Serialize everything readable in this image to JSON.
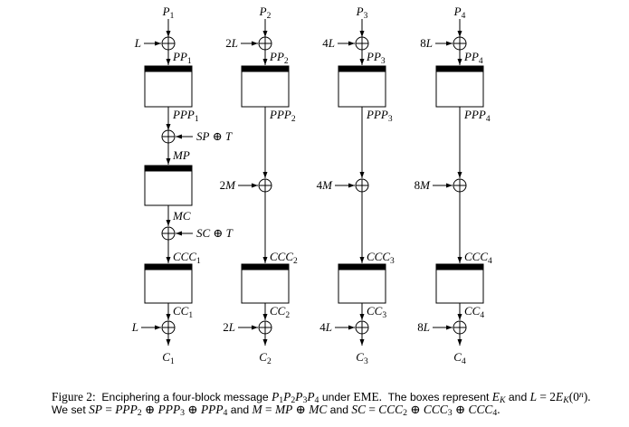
{
  "figure": {
    "background": "#ffffff",
    "ink": "#000000"
  },
  "diagram": {
    "columns": [
      {
        "plaintext": "P_1",
        "mask_top": "L",
        "pp": "PP_1",
        "ppp": "PPP_1",
        "middle": {
          "type": "full",
          "sp": "SP ⊕ T",
          "mp": "MP",
          "mc": "MC",
          "sc": "SC ⊕ T"
        },
        "ccc": "CCC_1",
        "cc": "CC_1",
        "mask_bottom": "L",
        "ciphertext": "C_1"
      },
      {
        "plaintext": "P_2",
        "mask_top": "2L",
        "pp": "PP_2",
        "ppp": "PPP_2",
        "middle": {
          "type": "xor",
          "mask": "2M"
        },
        "ccc": "CCC_2",
        "cc": "CC_2",
        "mask_bottom": "2L",
        "ciphertext": "C_2"
      },
      {
        "plaintext": "P_3",
        "mask_top": "4L",
        "pp": "PP_3",
        "ppp": "PPP_3",
        "middle": {
          "type": "xor",
          "mask": "4M"
        },
        "ccc": "CCC_3",
        "cc": "CC_3",
        "mask_bottom": "4L",
        "ciphertext": "C_3"
      },
      {
        "plaintext": "P_4",
        "mask_top": "8L",
        "pp": "PP_4",
        "ppp": "PPP_4",
        "middle": {
          "type": "xor",
          "mask": "8M"
        },
        "ccc": "CCC_4",
        "cc": "CC_4",
        "mask_bottom": "8L",
        "ciphertext": "C_4"
      }
    ]
  },
  "caption": {
    "line1": [
      {
        "t": "Figure 2:  ",
        "s": "fig"
      },
      {
        "t": "Enciphering a four-block message ",
        "s": "sans"
      },
      {
        "t": "P",
        "s": "it"
      },
      {
        "t": "1",
        "s": "sub"
      },
      {
        "t": "P",
        "s": "it"
      },
      {
        "t": "2",
        "s": "sub"
      },
      {
        "t": "P",
        "s": "it"
      },
      {
        "t": "3",
        "s": "sub"
      },
      {
        "t": "P",
        "s": "it"
      },
      {
        "t": "4",
        "s": "sub"
      },
      {
        "t": " under ",
        "s": "sans"
      },
      {
        "t": "EME.",
        "s": "mrm"
      },
      {
        "t": "  The boxes represent ",
        "s": "sans"
      },
      {
        "t": "E",
        "s": "it"
      },
      {
        "t": "K",
        "s": "subit"
      },
      {
        "t": " and ",
        "s": "sans"
      },
      {
        "t": "L",
        "s": "it"
      },
      {
        "t": " = 2",
        "s": "mrm"
      },
      {
        "t": "E",
        "s": "it"
      },
      {
        "t": "K",
        "s": "subit"
      },
      {
        "t": "(0",
        "s": "mrm"
      },
      {
        "t": "n",
        "s": "supit"
      },
      {
        "t": ").",
        "s": "mrm"
      }
    ],
    "line2": [
      {
        "t": "We set ",
        "s": "sans"
      },
      {
        "t": "SP",
        "s": "it"
      },
      {
        "t": " = ",
        "s": "mrm"
      },
      {
        "t": "PPP",
        "s": "it"
      },
      {
        "t": "2",
        "s": "sub"
      },
      {
        "t": " ⊕ ",
        "s": "mrm"
      },
      {
        "t": "PPP",
        "s": "it"
      },
      {
        "t": "3",
        "s": "sub"
      },
      {
        "t": " ⊕ ",
        "s": "mrm"
      },
      {
        "t": "PPP",
        "s": "it"
      },
      {
        "t": "4",
        "s": "sub"
      },
      {
        "t": " and ",
        "s": "sans"
      },
      {
        "t": "M",
        "s": "it"
      },
      {
        "t": " = ",
        "s": "mrm"
      },
      {
        "t": "MP",
        "s": "it"
      },
      {
        "t": " ⊕ ",
        "s": "mrm"
      },
      {
        "t": "MC",
        "s": "it"
      },
      {
        "t": " and ",
        "s": "sans"
      },
      {
        "t": "SC",
        "s": "it"
      },
      {
        "t": " = ",
        "s": "mrm"
      },
      {
        "t": "CCC",
        "s": "it"
      },
      {
        "t": "2",
        "s": "sub"
      },
      {
        "t": " ⊕ ",
        "s": "mrm"
      },
      {
        "t": "CCC",
        "s": "it"
      },
      {
        "t": "3",
        "s": "sub"
      },
      {
        "t": " ⊕ ",
        "s": "mrm"
      },
      {
        "t": "CCC",
        "s": "it"
      },
      {
        "t": "4",
        "s": "sub"
      },
      {
        "t": ".",
        "s": "mrm"
      }
    ]
  }
}
